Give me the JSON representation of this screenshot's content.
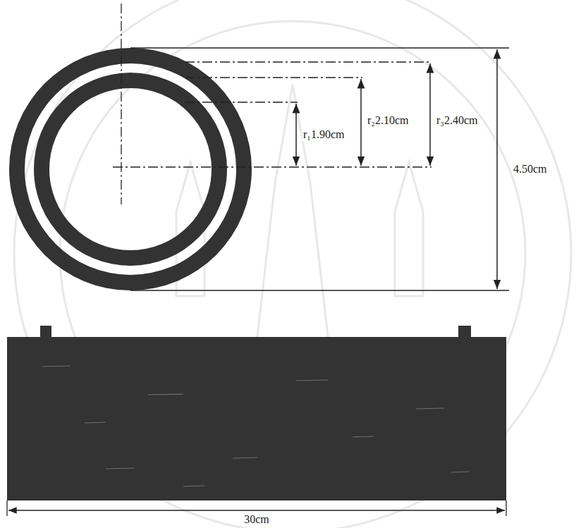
{
  "diagram": {
    "labels": [
      "r₁1.90cm",
      "r₂2.10cm",
      "r₃2.40cm",
      "4.50cm",
      "30cm"
    ]
  }
}
